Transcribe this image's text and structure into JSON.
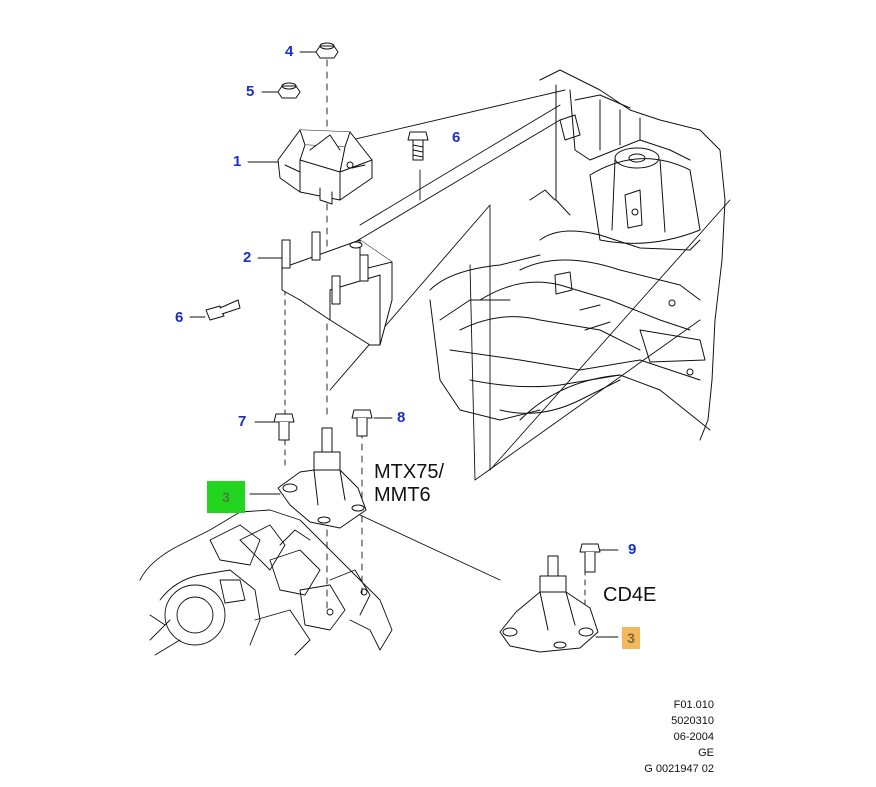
{
  "callouts": {
    "c4": "4",
    "c5": "5",
    "c6a": "6",
    "c1": "1",
    "c2": "2",
    "c6b": "6",
    "c7": "7",
    "c8": "8",
    "c3a": "3",
    "c9": "9",
    "c3b": "3"
  },
  "variants": {
    "mtx_line1": "MTX75/",
    "mtx_line2": "MMT6",
    "cd4e": "CD4E"
  },
  "reference": {
    "line1": "F01.010",
    "line2": "5020310",
    "line3": "06-2004",
    "line4": "GE",
    "line5": "G 0021947 02"
  },
  "colors": {
    "callout_text": "#1a2fc8",
    "highlight_green": "#22d61f",
    "highlight_orange": "#f4b75a",
    "line": "#111111"
  }
}
